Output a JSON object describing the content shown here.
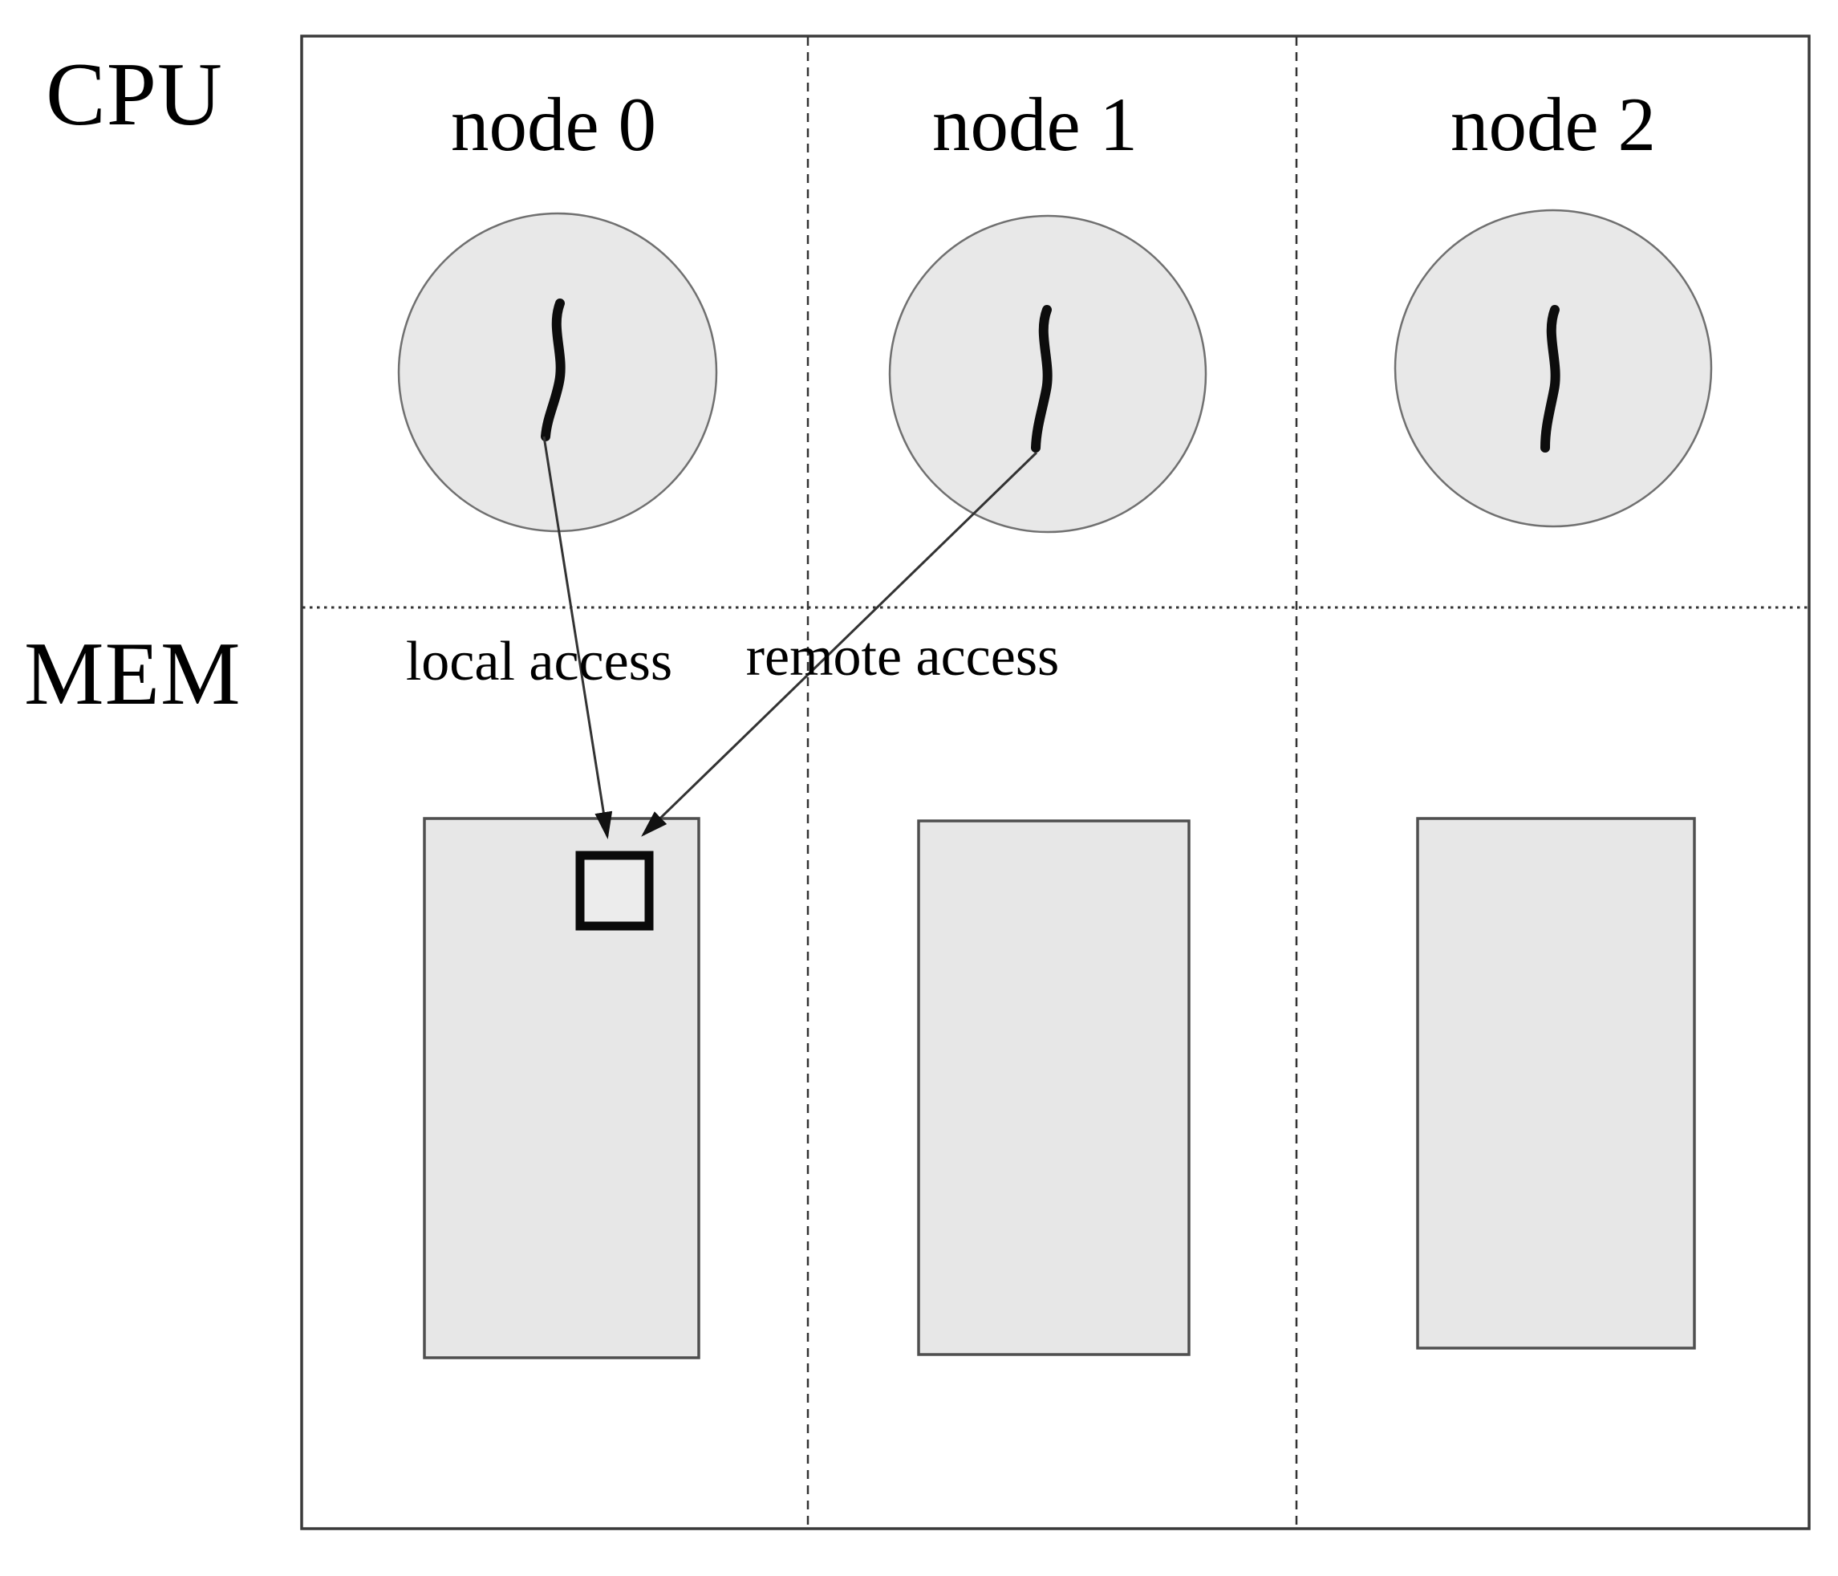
{
  "diagram": {
    "row_labels": {
      "cpu": "CPU",
      "mem": "MEM"
    },
    "nodes": [
      {
        "id": "node0",
        "label": "node 0"
      },
      {
        "id": "node1",
        "label": "node 1"
      },
      {
        "id": "node2",
        "label": "node 2"
      }
    ],
    "arrows": [
      {
        "id": "local",
        "label": "local access",
        "from": "node0-thread",
        "to": "node0-memory-page"
      },
      {
        "id": "remote",
        "label": "remote access",
        "from": "node1-thread",
        "to": "node0-memory-page"
      }
    ],
    "colors": {
      "background": "#ffffff",
      "text": "#000000",
      "box_border": "#3a3a3a",
      "divider": "#333333",
      "circle_fill": "#e8e8e8",
      "circle_border": "#707070",
      "thread": "#0d0d0d",
      "memory_fill": "#e7e7e7",
      "memory_border": "#4f4f4f",
      "page_fill": "#ececec",
      "page_border": "#0a0a0a",
      "arrow": "#333333",
      "arrow_head": "#111111"
    }
  }
}
